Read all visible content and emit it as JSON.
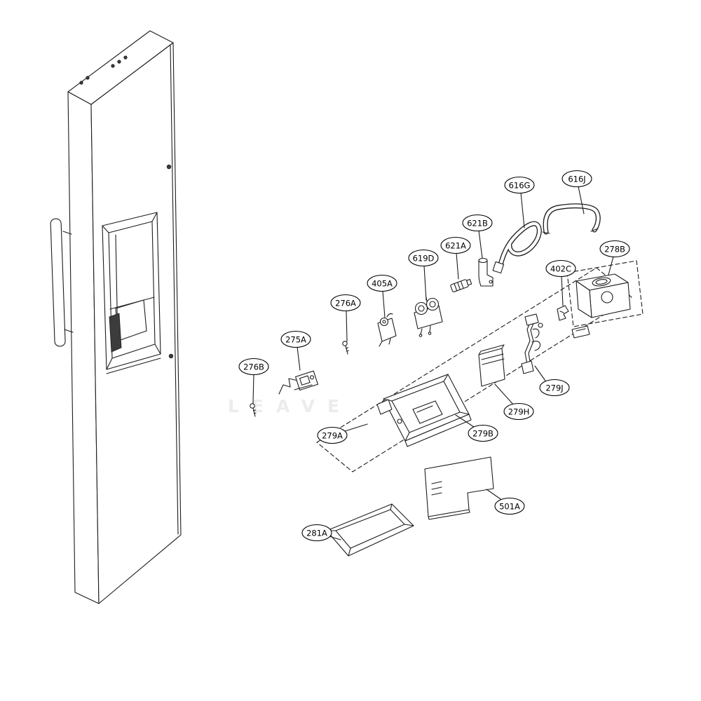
{
  "diagram": {
    "watermark": "LEAVE",
    "callouts": [
      {
        "id": "616G",
        "label": "616G"
      },
      {
        "id": "616J",
        "label": "616J"
      },
      {
        "id": "621B",
        "label": "621B"
      },
      {
        "id": "621A",
        "label": "621A"
      },
      {
        "id": "619D",
        "label": "619D"
      },
      {
        "id": "405A",
        "label": "405A"
      },
      {
        "id": "276A",
        "label": "276A"
      },
      {
        "id": "275A",
        "label": "275A"
      },
      {
        "id": "276B",
        "label": "276B"
      },
      {
        "id": "402C",
        "label": "402C"
      },
      {
        "id": "278B",
        "label": "278B"
      },
      {
        "id": "279J",
        "label": "279J"
      },
      {
        "id": "279H",
        "label": "279H"
      },
      {
        "id": "279B",
        "label": "279B"
      },
      {
        "id": "279A",
        "label": "279A"
      },
      {
        "id": "501A",
        "label": "501A"
      },
      {
        "id": "281A",
        "label": "281A"
      }
    ]
  }
}
